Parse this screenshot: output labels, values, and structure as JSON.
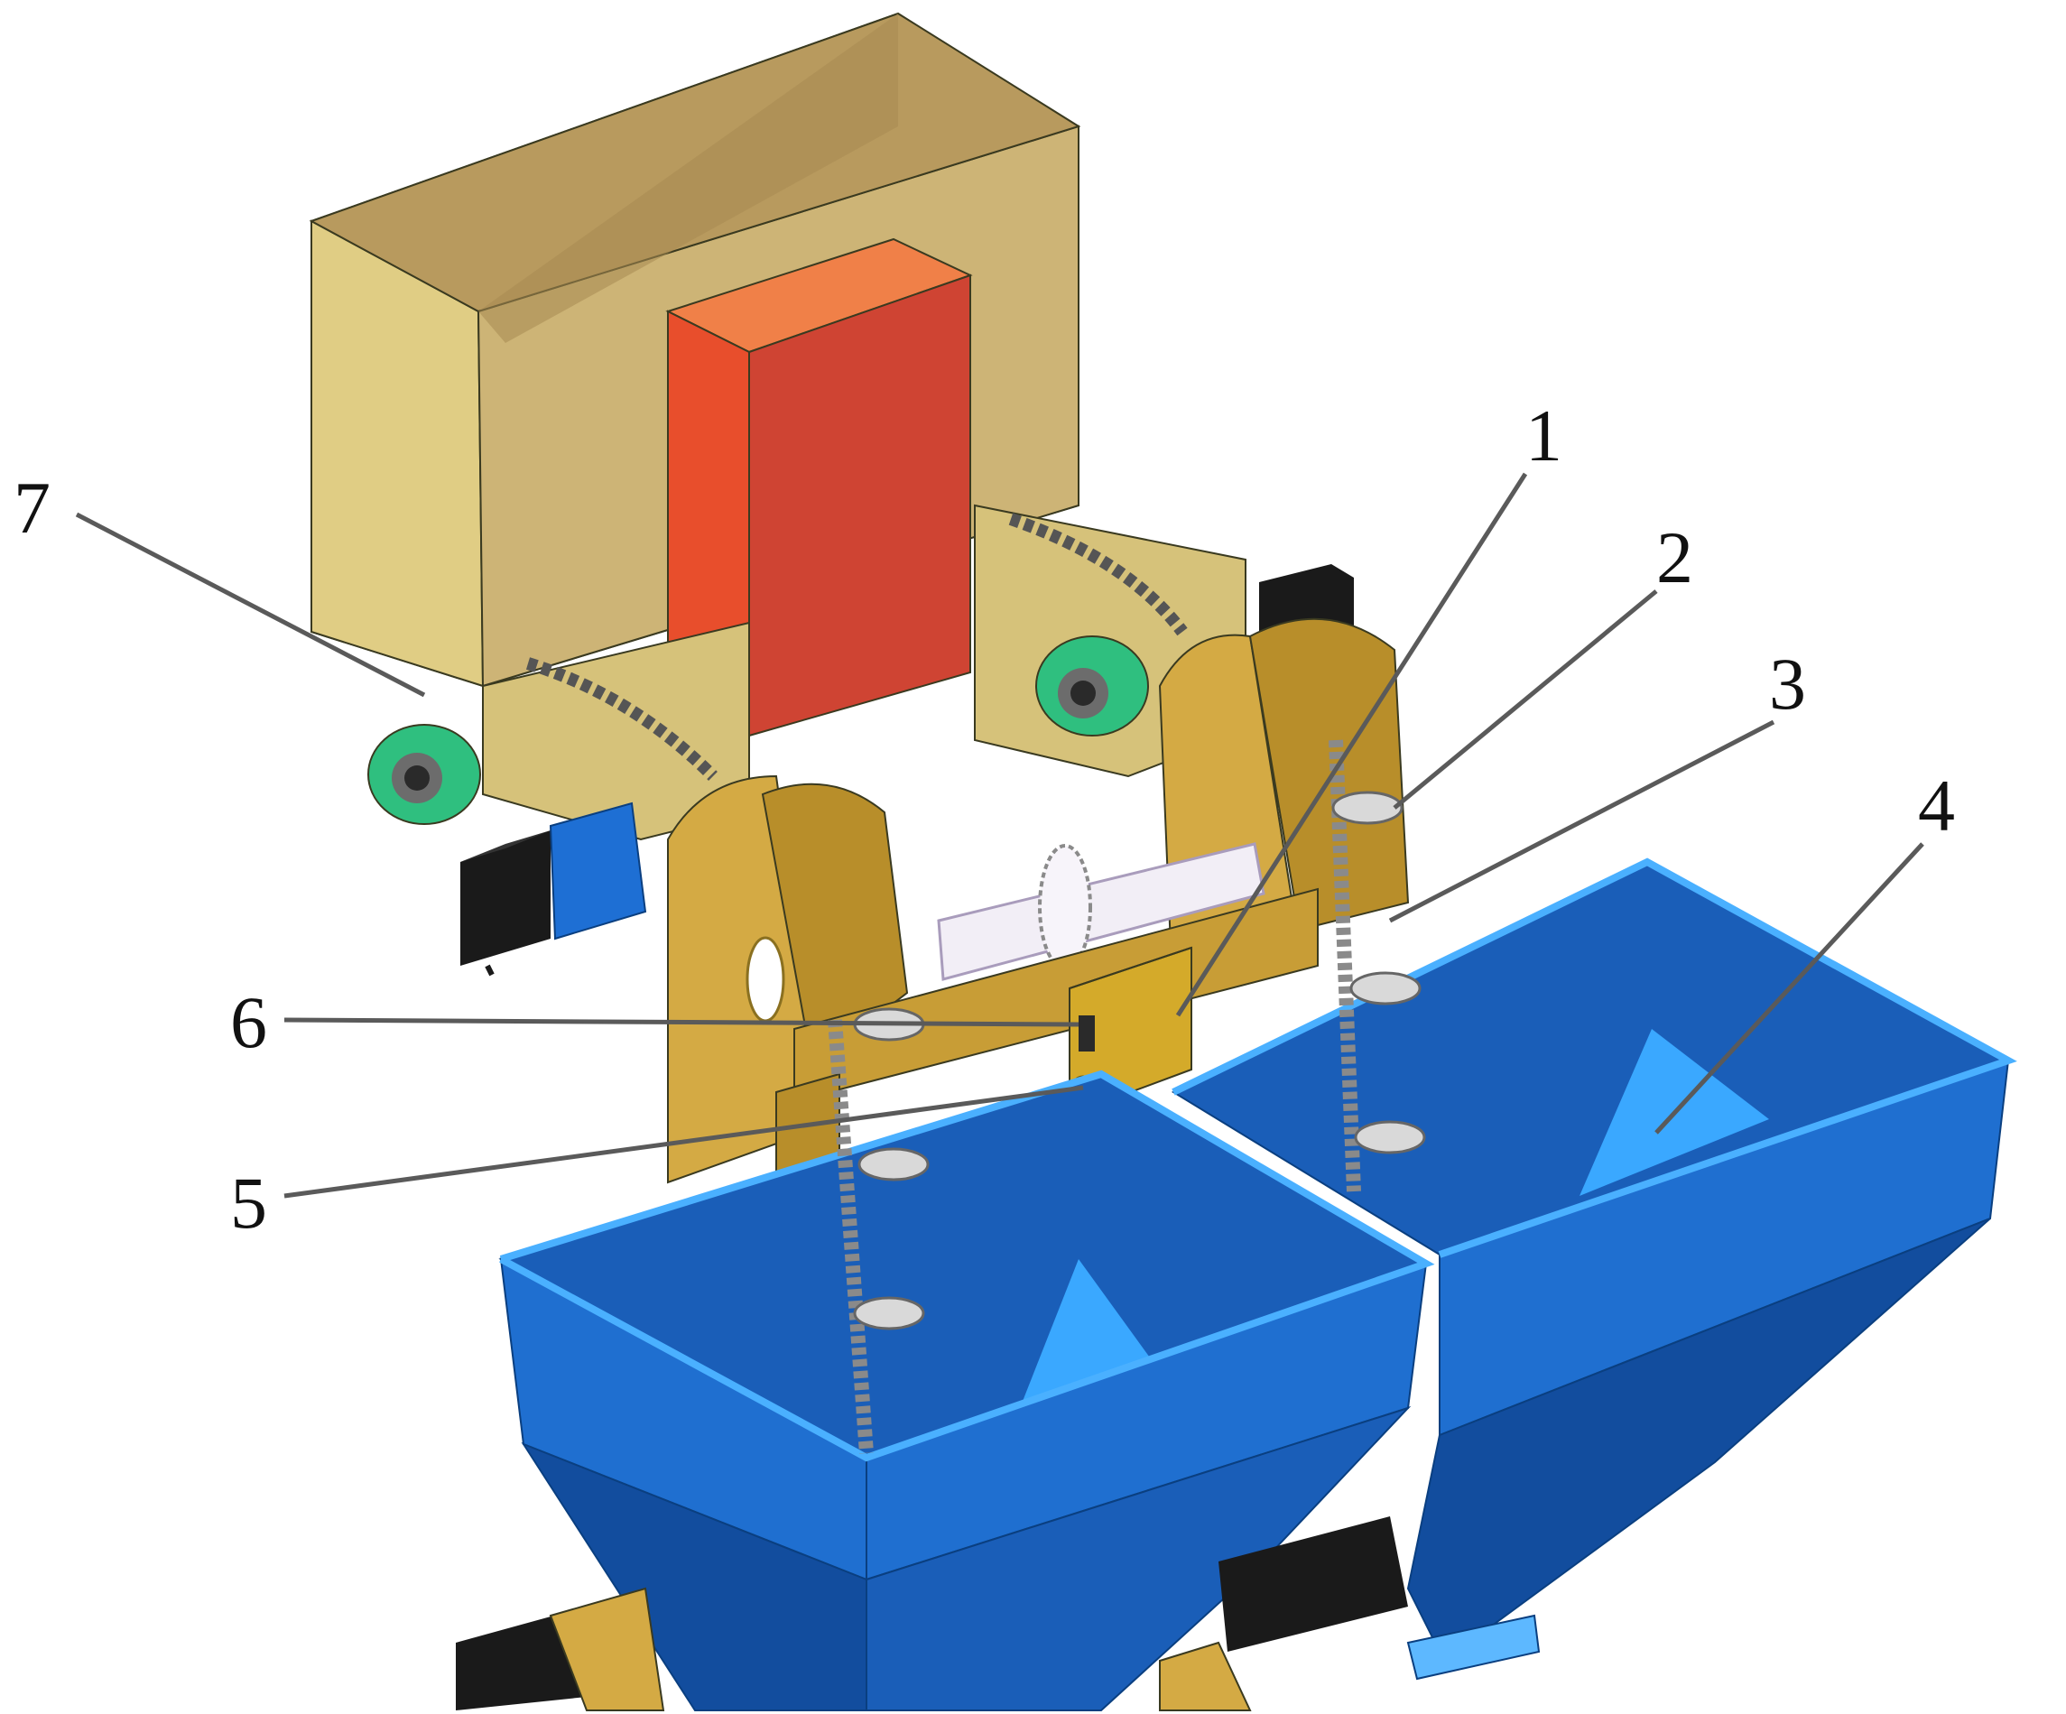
{
  "callouts": [
    {
      "id": "1",
      "label": "1"
    },
    {
      "id": "2",
      "label": "2"
    },
    {
      "id": "3",
      "label": "3"
    },
    {
      "id": "4",
      "label": "4"
    },
    {
      "id": "5",
      "label": "5"
    },
    {
      "id": "6",
      "label": "6"
    },
    {
      "id": "7",
      "label": "7"
    }
  ],
  "colors": {
    "hopper_top": "#c4a96c",
    "hopper_side": "#d6c27a",
    "frame_gold": "#d4aa44",
    "frame_gold_dark": "#b88e2a",
    "motor_red": "#d44a32",
    "motor_red_top": "#f08048",
    "box_blue": "#1f6fd0",
    "box_blue_dark": "#124d9e",
    "box_blue_light": "#3aa8ff",
    "bearing_green": "#2fbf7f",
    "motor_black": "#1a1a1a",
    "shaft": "#f2eef6",
    "chain": "#8a8a8a",
    "cup": "#d9d9d9"
  }
}
